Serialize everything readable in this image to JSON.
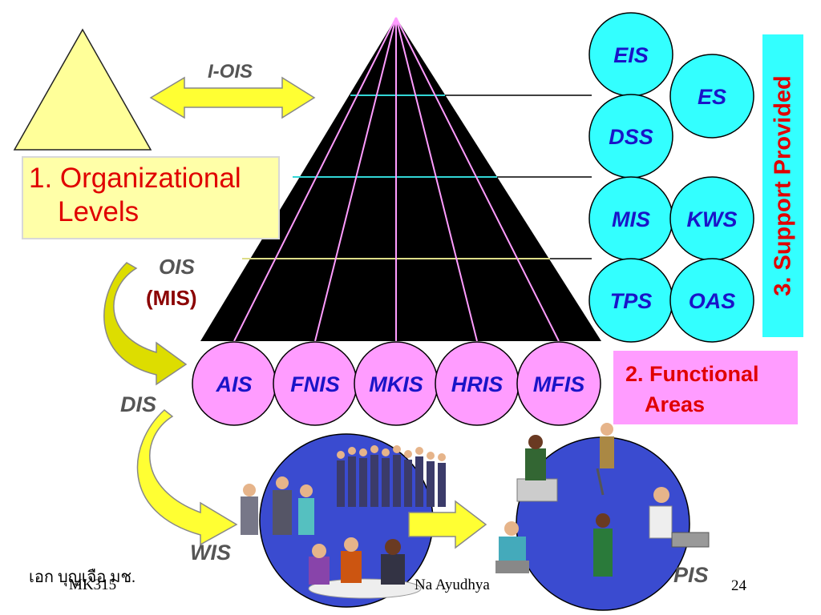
{
  "pyramid_levels": {
    "eis": "EIS",
    "es": "ES",
    "dss": "DSS",
    "mis": "MIS",
    "kws": "KWS",
    "tps": "TPS",
    "oas": "OAS"
  },
  "functional_systems": [
    "AIS",
    "FNIS",
    "MKIS",
    "HRIS",
    "MFIS"
  ],
  "labels": {
    "iois": "I-OIS",
    "ois": "OIS",
    "ois_mis": "(MIS)",
    "dis": "DIS",
    "wis": "WIS",
    "pis": "PIS"
  },
  "boxes": {
    "org_line1": "1. Organizational",
    "org_line2": "Levels",
    "func_line1": "2. Functional",
    "func_line2": "Areas",
    "support": "3. Support Provided"
  },
  "footer": {
    "author_thai": "เอก บุญเจือ มช.",
    "course": "MK315",
    "name_fragment": "Na Ayudhya",
    "page_number": "24"
  },
  "colors": {
    "circle_cyan": "#33ffff",
    "circle_pink": "#ff9cff",
    "pyramid": "#000000",
    "accent_red": "#e00000",
    "text_blue": "#1a14c8",
    "yellow": "#ffff99",
    "globe_blue": "#3a4bd0"
  }
}
